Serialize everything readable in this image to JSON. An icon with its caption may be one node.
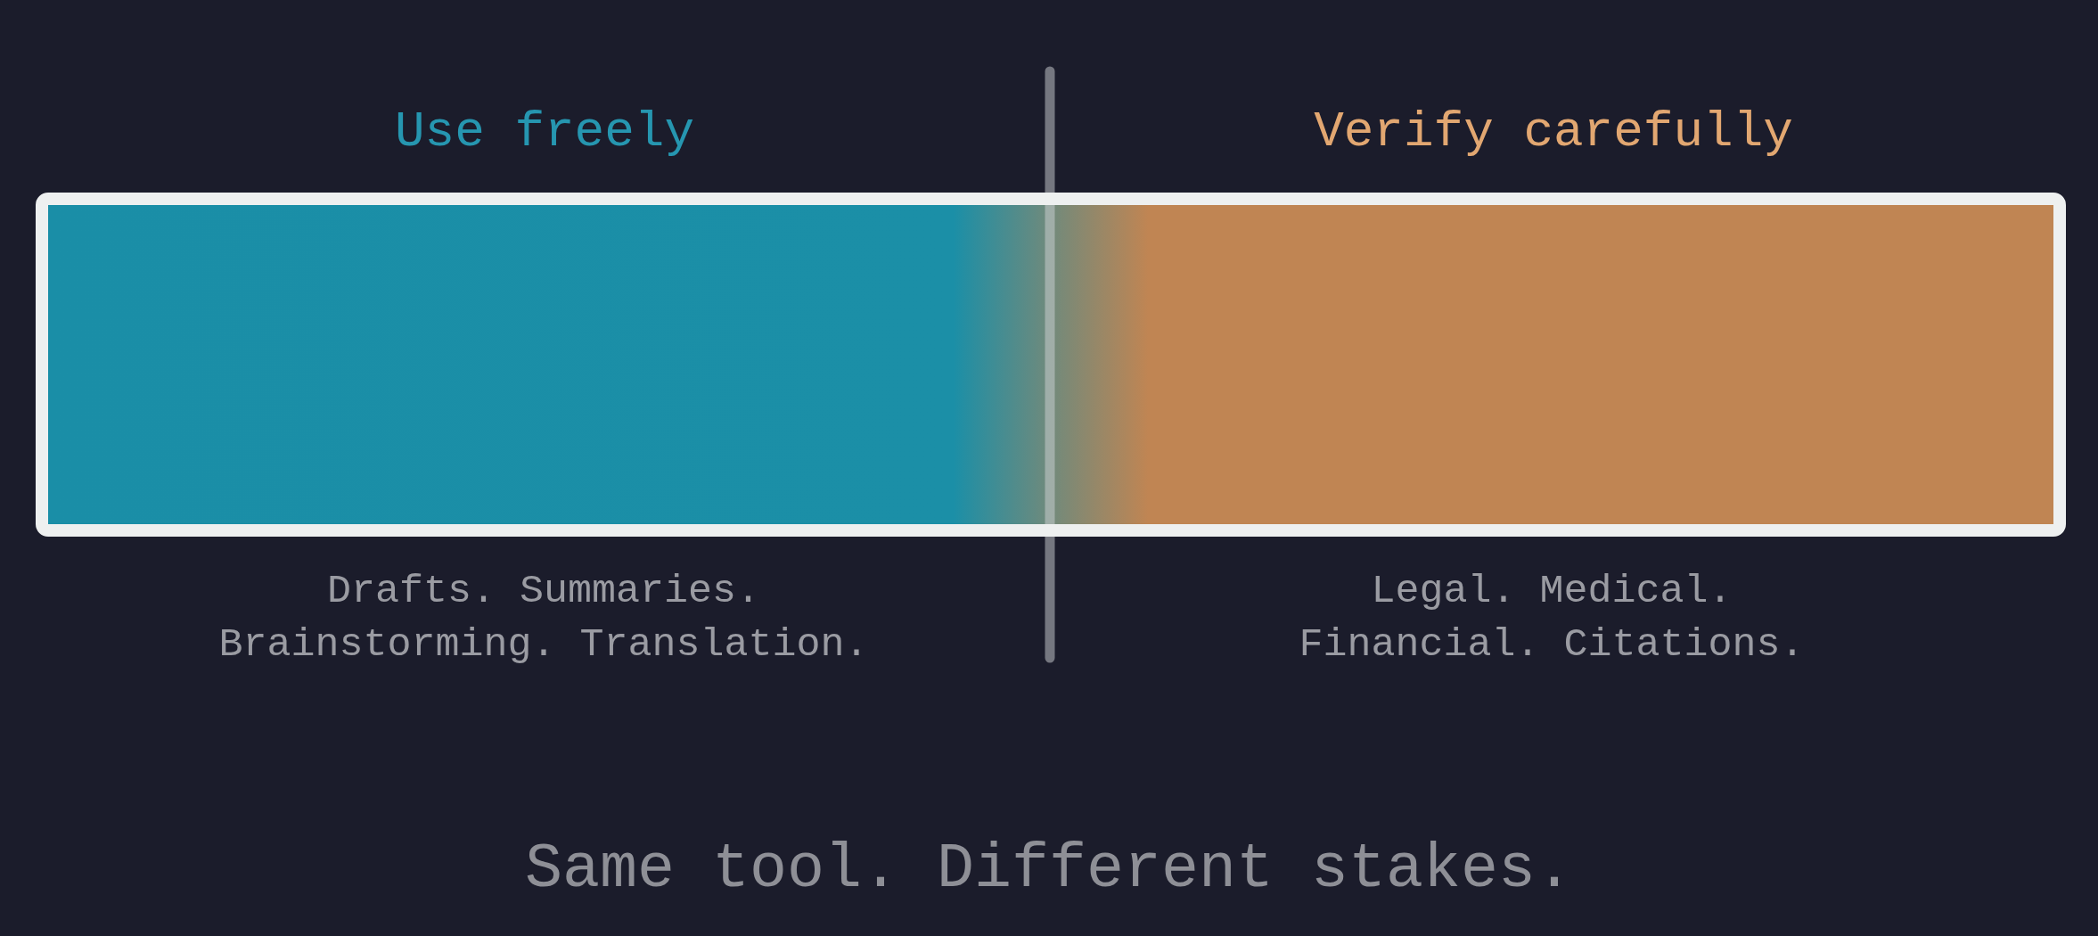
{
  "diagram": {
    "caption": "Same tool. Different stakes.",
    "labels": [
      "Use freely",
      "Verify carefully",
      "Drafts. Summaries. Brainstorming. Translation.",
      "Legal. Medical. Financial. Citations."
    ]
  }
}
